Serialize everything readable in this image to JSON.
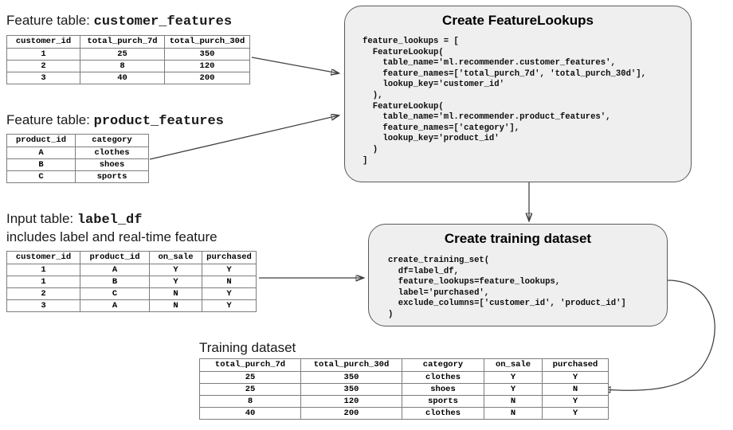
{
  "diagram": {
    "title": "Databricks Feature Store training set creation flow",
    "colors": {
      "box_fill": "#efefef",
      "box_border": "#5a5a5a",
      "table_border": "#7d7d7d",
      "arrow": "#3f3f3f",
      "text": "#000000"
    }
  },
  "customer_features": {
    "caption_prefix": "Feature table: ",
    "caption_name": "customer_features",
    "columns": [
      "customer_id",
      "total_purch_7d",
      "total_purch_30d"
    ],
    "rows": [
      [
        "1",
        "25",
        "350"
      ],
      [
        "2",
        "8",
        "120"
      ],
      [
        "3",
        "40",
        "200"
      ]
    ]
  },
  "product_features": {
    "caption_prefix": "Feature table: ",
    "caption_name": "product_features",
    "columns": [
      "product_id",
      "category"
    ],
    "rows": [
      [
        "A",
        "clothes"
      ],
      [
        "B",
        "shoes"
      ],
      [
        "C",
        "sports"
      ]
    ]
  },
  "label_df": {
    "caption_prefix": "Input table: ",
    "caption_name": "label_df",
    "caption_line2": "includes label and real-time feature",
    "columns": [
      "customer_id",
      "product_id",
      "on_sale",
      "purchased"
    ],
    "rows": [
      [
        "1",
        "A",
        "Y",
        "Y"
      ],
      [
        "1",
        "B",
        "Y",
        "N"
      ],
      [
        "2",
        "C",
        "N",
        "Y"
      ],
      [
        "3",
        "A",
        "N",
        "Y"
      ]
    ]
  },
  "training_dataset": {
    "caption": "Training dataset",
    "columns": [
      "total_purch_7d",
      "total_purch_30d",
      "category",
      "on_sale",
      "purchased"
    ],
    "rows": [
      [
        "25",
        "350",
        "clothes",
        "Y",
        "Y"
      ],
      [
        "25",
        "350",
        "shoes",
        "Y",
        "N"
      ],
      [
        "8",
        "120",
        "sports",
        "N",
        "Y"
      ],
      [
        "40",
        "200",
        "clothes",
        "N",
        "Y"
      ]
    ]
  },
  "box_feature_lookups": {
    "title": "Create FeatureLookups",
    "code": "feature_lookups = [\n  FeatureLookup(\n    table_name='ml.recommender.customer_features',\n    feature_names=['total_purch_7d', 'total_purch_30d'],\n    lookup_key='customer_id'\n  ),\n  FeatureLookup(\n    table_name='ml.recommender.product_features',\n    feature_names=['category'],\n    lookup_key='product_id'\n  )\n]"
  },
  "box_training_set": {
    "title": "Create training dataset",
    "code": "create_training_set(\n  df=label_df,\n  feature_lookups=feature_lookups,\n  label='purchased',\n  exclude_columns=['customer_id', 'product_id']\n)"
  }
}
